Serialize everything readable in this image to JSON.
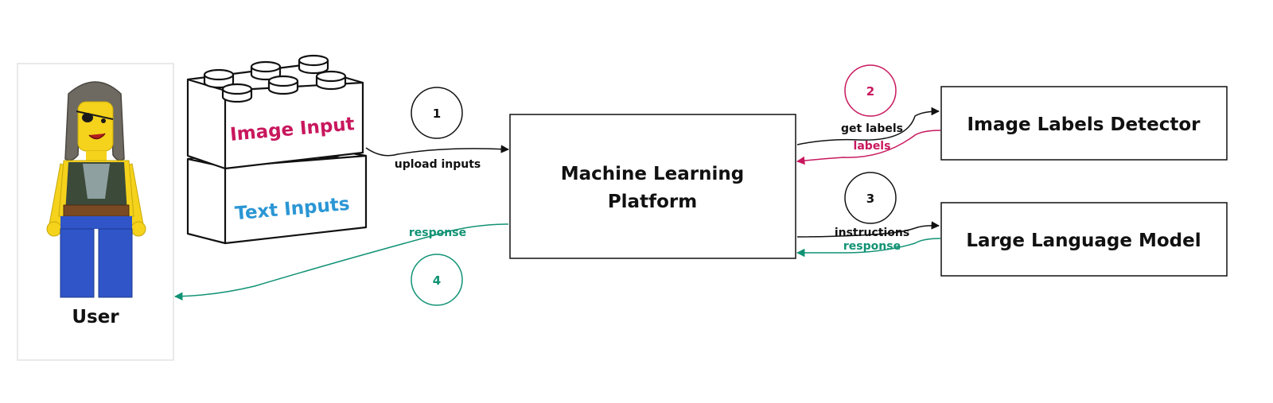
{
  "user": {
    "label": "User"
  },
  "bricks": {
    "image": {
      "label": "Image Input",
      "color": "#c8175d"
    },
    "text": {
      "label": "Text Inputs",
      "color": "#2b96d4"
    }
  },
  "platform": {
    "line1": "Machine Learning",
    "line2": "Platform"
  },
  "detector": {
    "label": "Image Labels Detector"
  },
  "llm": {
    "label": "Large Language Model"
  },
  "steps": [
    {
      "number": "1",
      "label": "upload inputs",
      "color": "#111111"
    },
    {
      "number": "2",
      "request": "get labels",
      "reply": "labels",
      "color": "#c8175d"
    },
    {
      "number": "3",
      "request": "instructions",
      "reply": "response",
      "color": "#111111"
    },
    {
      "number": "4",
      "label": "response",
      "color": "#119274"
    }
  ],
  "colors": {
    "green": "#119274",
    "magenta": "#c8175d",
    "blue": "#2b96d4",
    "ink": "#111111"
  }
}
